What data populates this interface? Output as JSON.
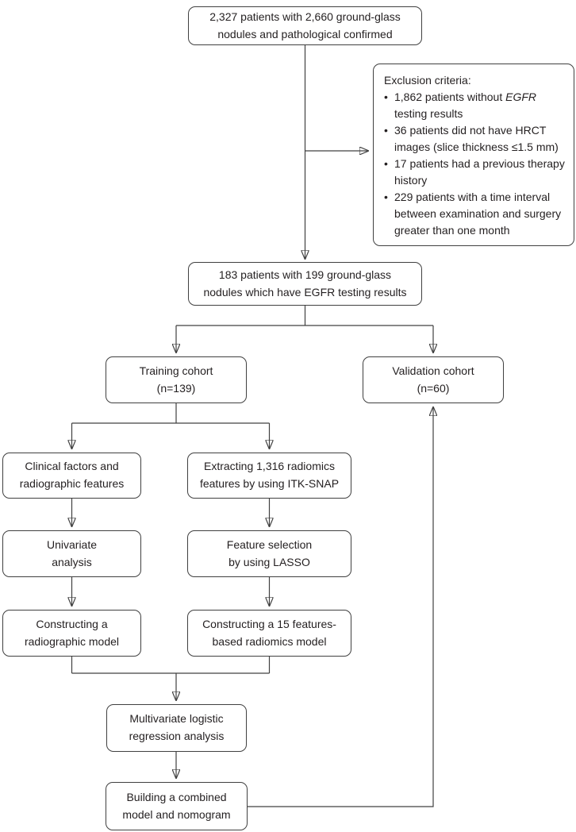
{
  "colors": {
    "line": "#404040",
    "text": "#231f20",
    "background": "#ffffff"
  },
  "flowchart": {
    "boxes": {
      "initial": "2,327 patients with 2,660 ground-glass\nnodules  and pathological confirmed",
      "second": "183 patients with 199 ground-glass\nnodules which have EGFR testing results",
      "training": "Training cohort\n(n=139)",
      "validation": "Validation cohort\n(n=60)",
      "clinical": "Clinical factors and\nradiographic features",
      "extracting": "Extracting 1,316 radiomics\nfeatures by using ITK-SNAP",
      "univariate": "Univariate\nanalysis",
      "feature_selection": "Feature selection\nby using LASSO",
      "radiographic_model": "Constructing a\nradiographic model",
      "radiomics_model": "Constructing a 15 features-\nbased radiomics model",
      "multivariate": "Multivariate logistic\nregression analysis",
      "building": "Building a combined\nmodel and nomogram"
    },
    "exclusion": {
      "heading": "Exclusion criteria:",
      "items": [
        {
          "pre": "1,862 patients without ",
          "italic": "EGFR",
          "post": " testing results"
        },
        {
          "text": "36 patients did not have HRCT images (slice thickness ≤1.5 mm)"
        },
        {
          "text": "17 patients had a previous therapy history"
        },
        {
          "text": "229 patients with a time interval between examination and surgery greater than one month"
        }
      ]
    }
  }
}
